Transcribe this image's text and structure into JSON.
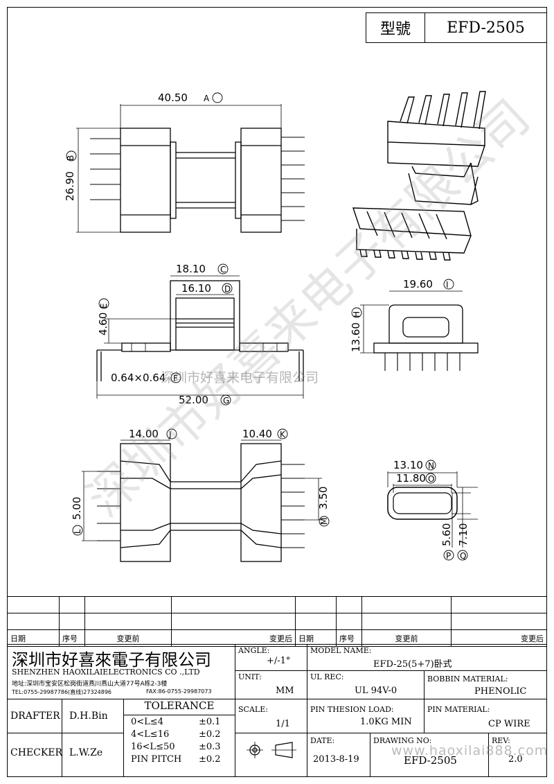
{
  "title": {
    "key": "型號",
    "value": "EFD-2505"
  },
  "dims": {
    "a": "40.50",
    "b": "26.90",
    "c": "18.10",
    "d": "16.10",
    "e": "4.60",
    "f": "0.64×0.64",
    "g": "52.00",
    "h": "13.60",
    "i": "19.60",
    "j": "14.00",
    "k": "10.40",
    "l": "5.00",
    "m": "3.50",
    "n": "13.10",
    "o": "11.80",
    "p": "5.60",
    "q": "7.10"
  },
  "markers": {
    "a": "A",
    "b": "B",
    "c": "C",
    "d": "D",
    "e": "E",
    "f": "F",
    "g": "G",
    "h": "H",
    "i": "I",
    "j": "J",
    "k": "K",
    "l": "L",
    "m": "M",
    "n": "N",
    "o": "O",
    "p": "P",
    "q": "Q"
  },
  "watermark": {
    "big": "深圳市好喜来电子有限公司",
    "small": "深圳市好喜来电子有限公司",
    "site": "www.haoxilai888.com"
  },
  "revision": {
    "date": "日期",
    "no": "序号",
    "before": "变更前",
    "after": "变更后"
  },
  "company": {
    "cn": "深圳市好喜來電子有限公司",
    "en": "SHENZHEN HAOXILAIELECTRONICS CO .,LTD",
    "addr": "地址:深圳市宝安区松岗街道燕川燕山大道77号A栋2-3楼",
    "tel": "TEL:0755-29987786(直线)27324896",
    "fax": "FAX:86-0755-29987073"
  },
  "block": {
    "angle_label": "ANGLE:",
    "angle": "+/-1°",
    "model_label": "MODEL NAME:",
    "model": "EFD-25(5+7)卧式",
    "unit_label": "UNIT:",
    "unit": "MM",
    "ulrec_label": "UL REC:",
    "ulrec": "UL 94V-0",
    "bobbin_label": "BOBBIN MATERIAL:",
    "bobbin": "PHENOLIC",
    "drafter_label": "DRAFTER",
    "drafter": "D.H.Bin",
    "checker_label": "CHECKER",
    "checker": "L.W.Ze",
    "tolerance_label": "TOLERANCE",
    "tol": [
      "0<L≤4",
      "±0.1",
      "4<L≤16",
      "±0.2",
      "16<L≤50",
      "±0.3",
      "PIN PITCH",
      "±0.2"
    ],
    "scale_label": "SCALE:",
    "scale": "1/1",
    "pinload_label": "PIN THESION LOAD:",
    "pinload": "1.0KG MIN",
    "pinmat_label": "PIN MATERIAL:",
    "pinmat": "CP  WIRE",
    "date_label": "DATE:",
    "date": "2013-8-19",
    "drawno_label": "DRAWING NO:",
    "drawno": "EFD-2505",
    "rev_label": "REV:",
    "rev": "2.0"
  }
}
